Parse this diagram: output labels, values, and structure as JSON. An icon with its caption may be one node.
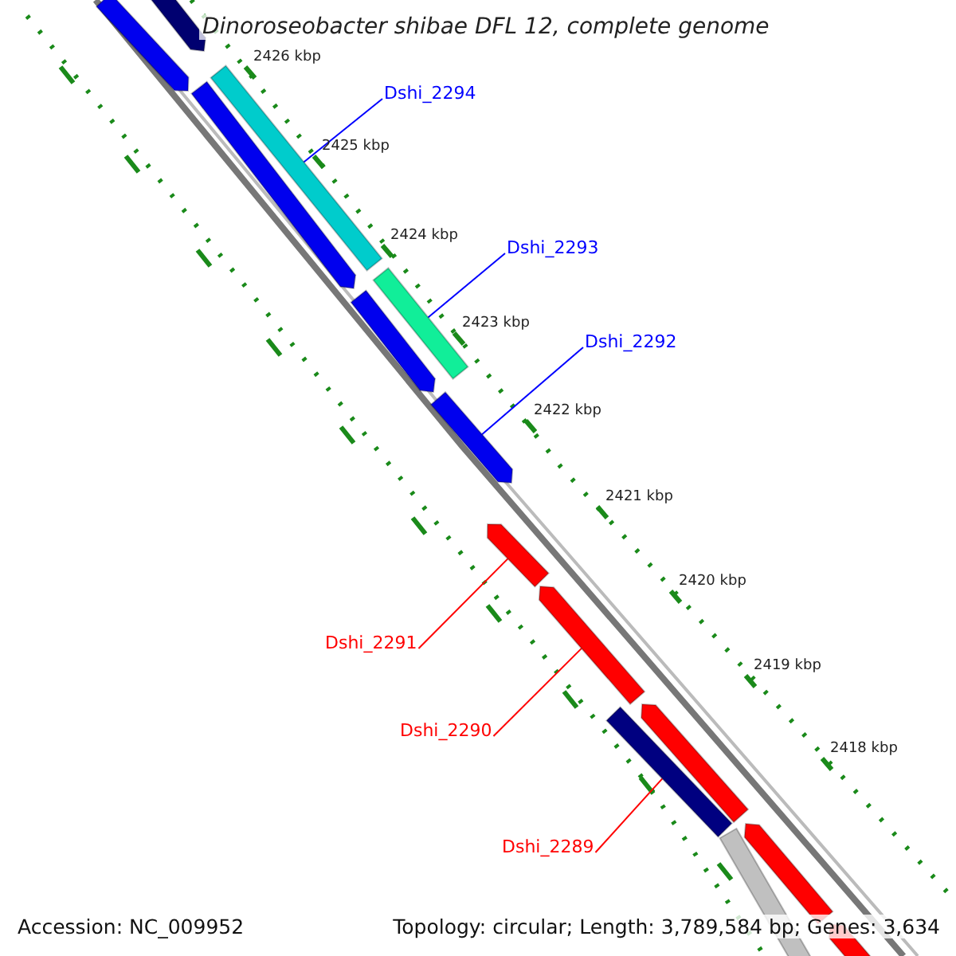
{
  "diagram": {
    "title": "Dinoroseobacter shibae DFL 12, complete genome",
    "nodes": [
      {
        "text": [
          "Dshi_2294"
        ]
      },
      {
        "text": [],
        "shape": "bar"
      },
      {
        "text": [
          "Dshi_2293"
        ]
      },
      {
        "text": [],
        "shape": "bar"
      },
      {
        "text": [
          "Dshi_2292"
        ]
      },
      {
        "text": [],
        "shape": "bar"
      },
      {
        "text": [
          "Dshi_2291"
        ]
      },
      {
        "text": [],
        "shape": "bar"
      },
      {
        "text": [
          "Dshi_2290"
        ]
      },
      {
        "text": [],
        "shape": "bar"
      },
      {
        "text": [
          "Dshi_2289"
        ]
      },
      {
        "text": [],
        "shape": "bar"
      },
      {
        "text": [],
        "shape": "bar"
      },
      {
        "text": [],
        "shape": "bar"
      },
      {
        "text": [],
        "shape": "bar"
      },
      {
        "text": [],
        "shape": "bar"
      },
      {
        "text": [],
        "shape": "bar"
      },
      {
        "text": [],
        "shape": "bar"
      },
      {
        "text": [],
        "shape": "bar"
      },
      {
        "text": [],
        "shape": "bar"
      }
    ],
    "edges": [
      {
        "from": 0,
        "to": 1,
        "arrow": "none",
        "color": "#0000ff"
      },
      {
        "from": 2,
        "to": 3,
        "arrow": "none",
        "color": "#0000ff"
      },
      {
        "from": 4,
        "to": 5,
        "arrow": "none",
        "color": "#0000ff"
      },
      {
        "from": 6,
        "to": 7,
        "arrow": "none",
        "color": "#ff0000"
      },
      {
        "from": 8,
        "to": 9,
        "arrow": "none",
        "color": "#ff0000"
      },
      {
        "from": 10,
        "to": 11,
        "arrow": "none",
        "color": "#ff0000"
      }
    ],
    "labels": [
      "2426 kbp",
      "2425 kbp",
      "2424 kbp",
      "2423 kbp",
      "2422 kbp",
      "2421 kbp",
      "2420 kbp",
      "2419 kbp",
      "2418 kbp",
      "Accession: NC_009952",
      "Topology: circular; Length: 3,789,584 bp; Genes: 3,634"
    ]
  }
}
